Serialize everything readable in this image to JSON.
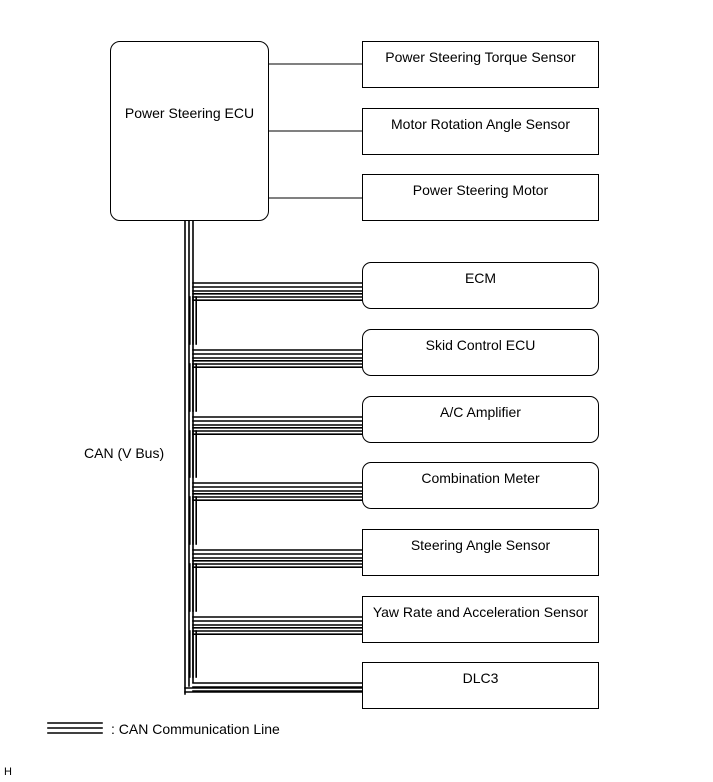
{
  "ecu": {
    "label": "Power Steering ECU"
  },
  "direct_nodes": [
    {
      "id": "torque-sensor",
      "label": "Power Steering Torque Sensor"
    },
    {
      "id": "motor-rotation-angle-sensor",
      "label": "Motor Rotation Angle Sensor"
    },
    {
      "id": "power-steering-motor",
      "label": "Power Steering Motor"
    }
  ],
  "can_nodes": [
    {
      "id": "ecm",
      "label": "ECM",
      "shape": "rounded"
    },
    {
      "id": "skid-control-ecu",
      "label": "Skid Control ECU",
      "shape": "rounded"
    },
    {
      "id": "ac-amplifier",
      "label": "A/C Amplifier",
      "shape": "rounded"
    },
    {
      "id": "combination-meter",
      "label": "Combination Meter",
      "shape": "rounded"
    },
    {
      "id": "steering-angle-sensor",
      "label": "Steering Angle Sensor",
      "shape": "square"
    },
    {
      "id": "yaw-rate-sensor",
      "label": "Yaw Rate and Acceleration Sensor",
      "shape": "square"
    },
    {
      "id": "dlc3",
      "label": "DLC3",
      "shape": "square"
    }
  ],
  "bus": {
    "label": "CAN (V Bus)"
  },
  "legend": {
    "label": ": CAN Communication Line"
  },
  "corner_code": "H"
}
